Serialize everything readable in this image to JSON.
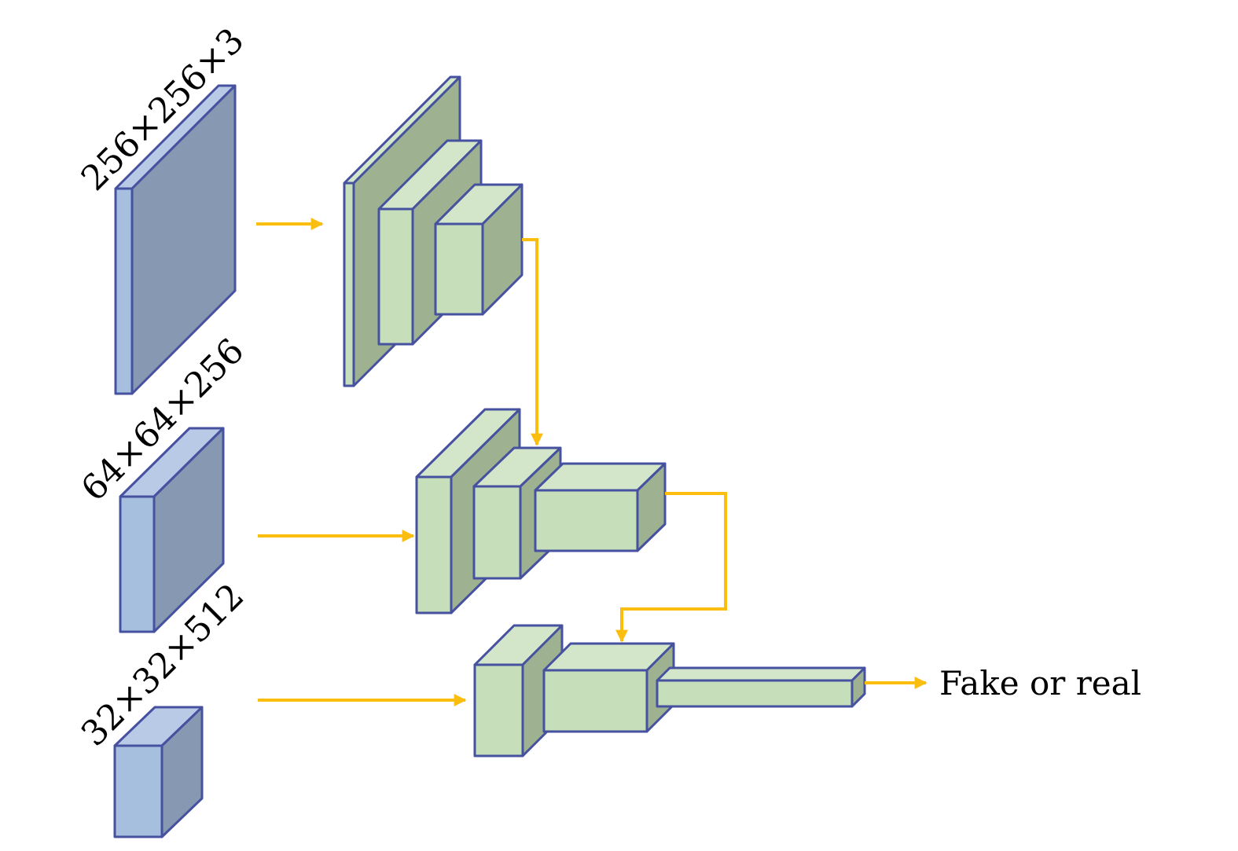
{
  "diagram": {
    "title": "Multi-scale discriminator architecture",
    "inputs": [
      {
        "id": "input-256",
        "label": "256×256×3",
        "style": "blue"
      },
      {
        "id": "input-64",
        "label": "64×64×256",
        "style": "blue"
      },
      {
        "id": "input-32",
        "label": "32×32×512",
        "style": "blue"
      }
    ],
    "branches": [
      {
        "id": "branch-top",
        "blocks": 3,
        "style": "green"
      },
      {
        "id": "branch-middle",
        "blocks": 3,
        "style": "green"
      },
      {
        "id": "branch-bottom",
        "blocks": 3,
        "style": "green"
      }
    ],
    "output": {
      "label": "Fake or real"
    },
    "colors": {
      "blue_front": "#a7bfdf",
      "blue_top": "#b8cae6",
      "blue_side": "#8799b2",
      "green_front": "#c6dfba",
      "green_top": "#d3e6c9",
      "green_side": "#9eb291",
      "stroke": "#4651a0",
      "arrow": "#fbbd0e"
    }
  }
}
